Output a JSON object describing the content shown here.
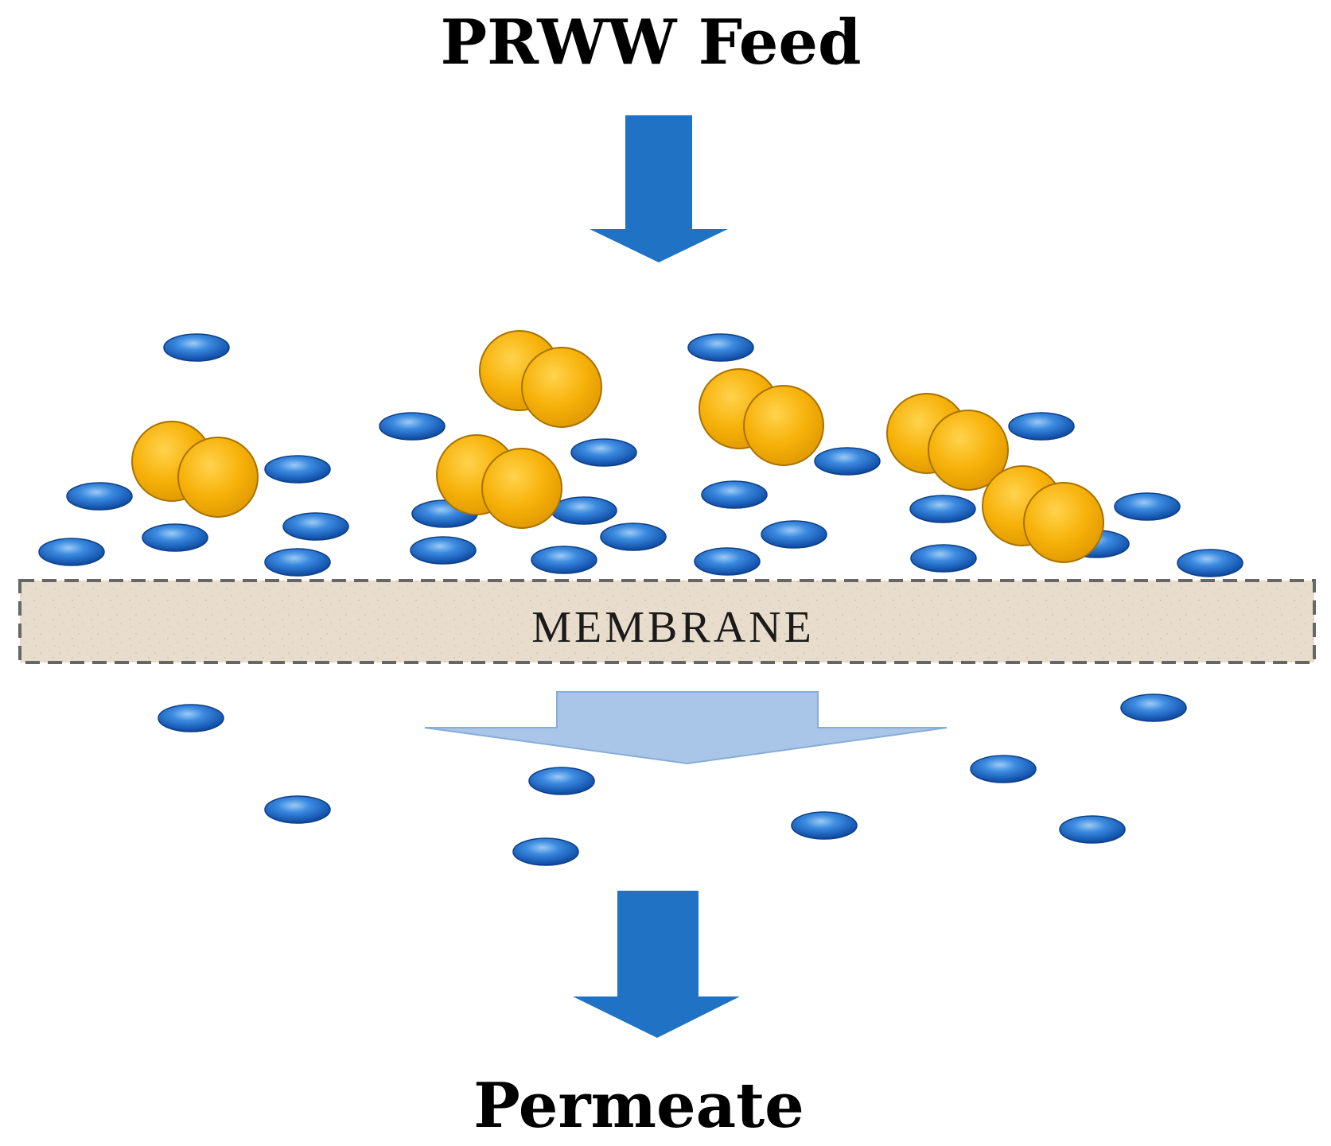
{
  "diagram": {
    "feed_label": "PRWW Feed",
    "membrane_label": "MEMBRANE",
    "permeate_label": "Permeate"
  },
  "colors": {
    "arrow_blue": "#1F72C4",
    "permeate_flow_arrow": "#A9C6E8",
    "water_molecule": "#1B64C6",
    "foulant_particle": "#F2A800",
    "membrane_fill": "#E7DCCB",
    "membrane_border": "#666666"
  },
  "icons": {
    "feed_arrow": "down-arrow-icon",
    "flow_arrow": "wide-down-arrow-icon",
    "permeate_arrow": "down-arrow-icon"
  }
}
